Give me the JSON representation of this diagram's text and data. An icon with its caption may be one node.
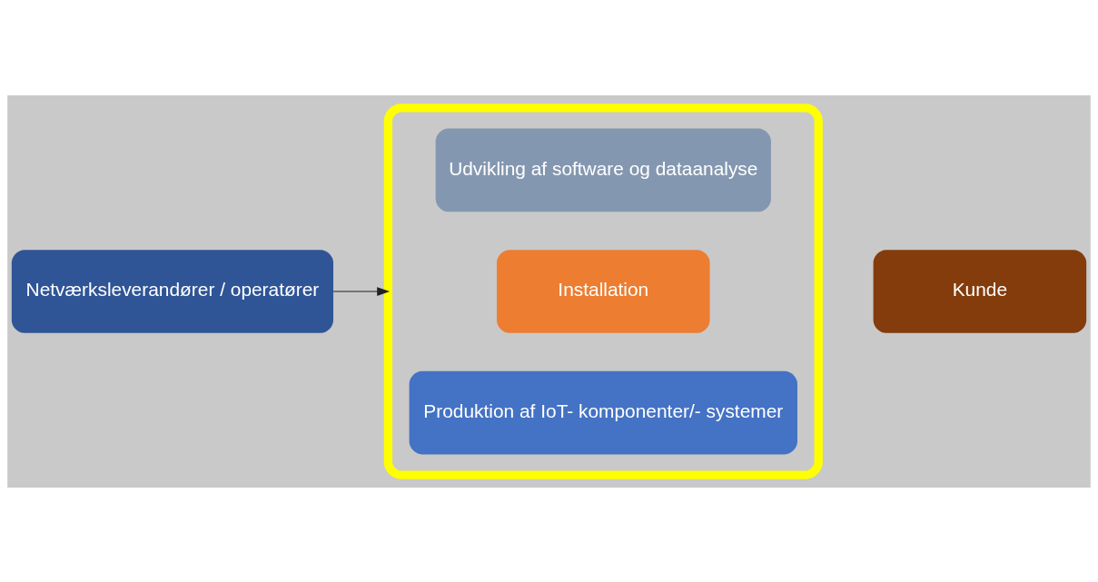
{
  "diagram": {
    "nodes": [
      {
        "text": [
          "Netværksleverandører / operatører"
        ]
      },
      {
        "text": [],
        "shape": "box"
      },
      {
        "text": [
          "Udvikling af software og dataanalyse"
        ],
        "in": 1
      },
      {
        "text": [
          "Installation"
        ],
        "in": 1
      },
      {
        "text": [
          "Produktion af IoT- komponenter/- systemer"
        ],
        "in": 1
      },
      {
        "text": [
          "Kunde"
        ]
      }
    ],
    "edges": [
      {
        "from": 0,
        "to": 1,
        "arrow": "to"
      }
    ]
  }
}
